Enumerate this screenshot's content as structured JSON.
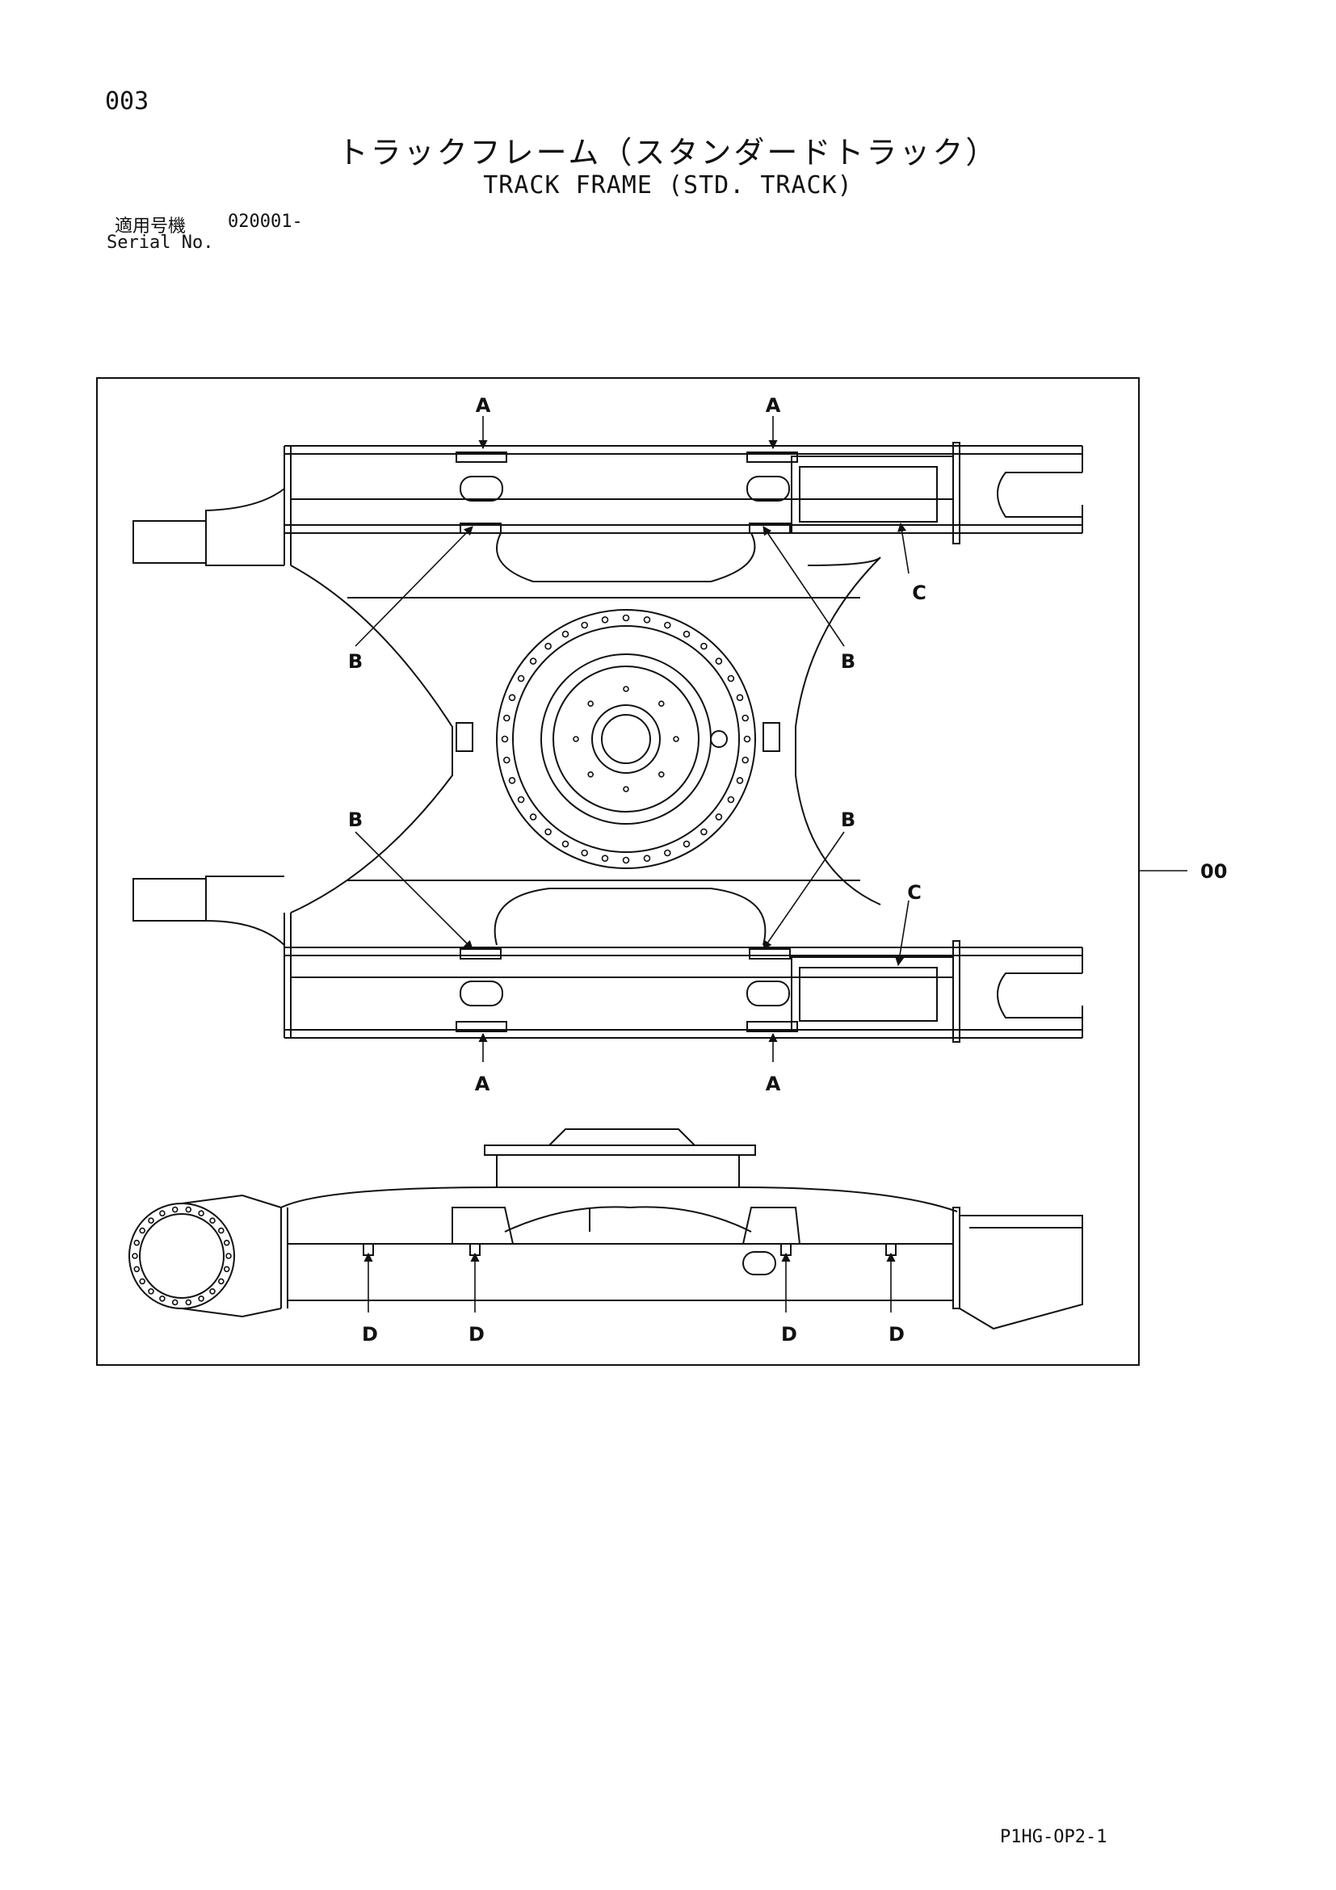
{
  "header": {
    "page_number": "003",
    "title_jp": "トラックフレーム（スタンダードトラック）",
    "title_en": "TRACK FRAME (STD. TRACK)",
    "serial_label_jp": "適用号機",
    "serial_value": "020001-",
    "serial_label_en": "Serial No."
  },
  "diagram": {
    "callouts": {
      "a": "A",
      "b": "B",
      "c": "C",
      "d": "D",
      "part": "00"
    }
  },
  "footer": {
    "document_code": "P1HG-OP2-1"
  }
}
